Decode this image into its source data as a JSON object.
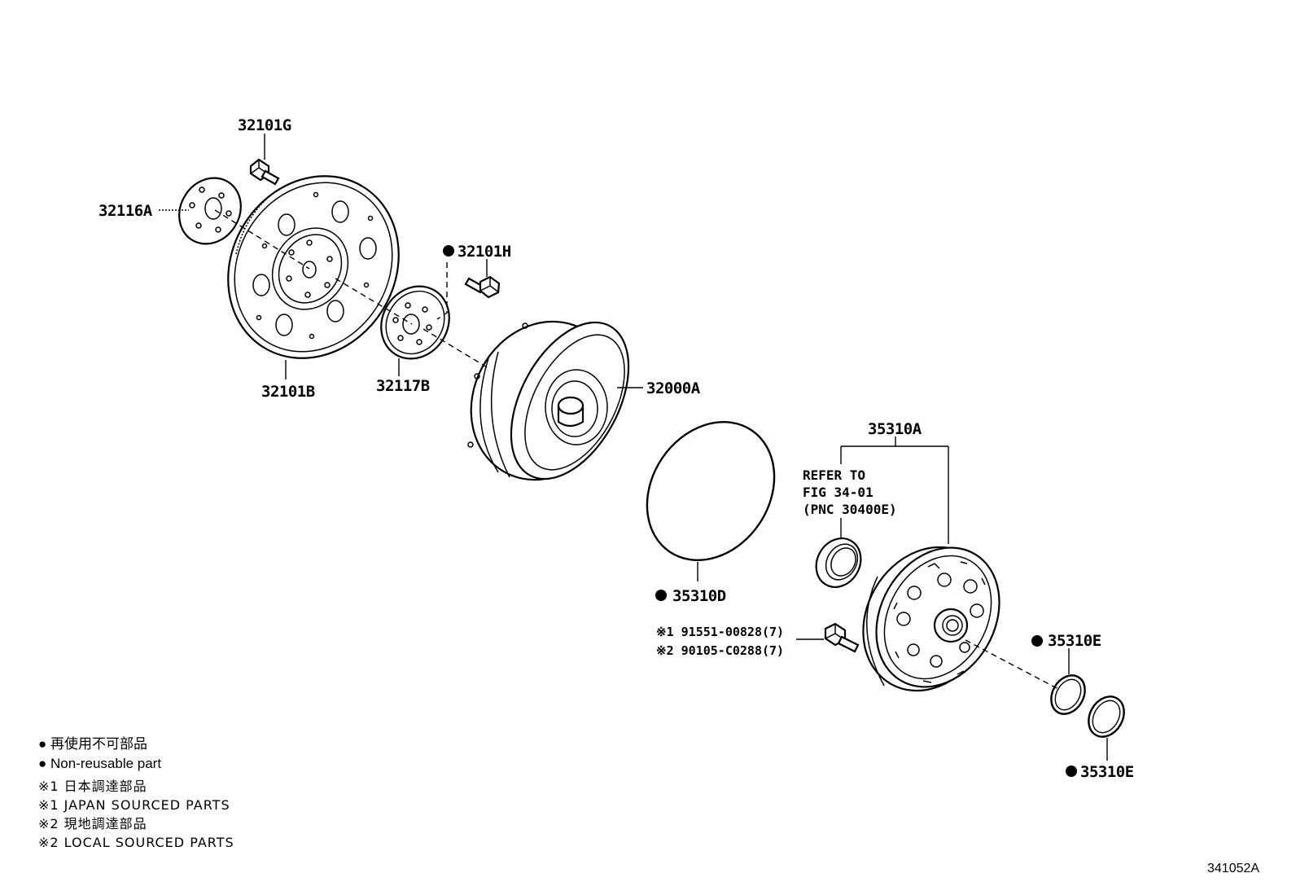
{
  "labels": {
    "p_32101G": "32101G",
    "p_32116A": "32116A",
    "p_32101H": "32101H",
    "p_32101B": "32101B",
    "p_32117B": "32117B",
    "p_32000A": "32000A",
    "p_35310A": "35310A",
    "p_35310D": "35310D",
    "p_35310E_upper": "35310E",
    "p_35310E_lower": "35310E"
  },
  "reference_note": {
    "line1": "REFER TO",
    "line2": "FIG 34-01",
    "line3": "(PNC 30400E)"
  },
  "bolt_alternatives": {
    "alt1": "※1 91551-00828(7)",
    "alt2": "※2 90105-C0288(7)"
  },
  "legend": {
    "line1": "● 再使用不可部品",
    "line2": "● Non-reusable part",
    "line3": "※1 日本調達部品",
    "line4": "※1 JAPAN SOURCED PARTS",
    "line5": "※2 現地調達部品",
    "line6": "※2 LOCAL SOURCED PARTS"
  },
  "figure_id": "341052A"
}
